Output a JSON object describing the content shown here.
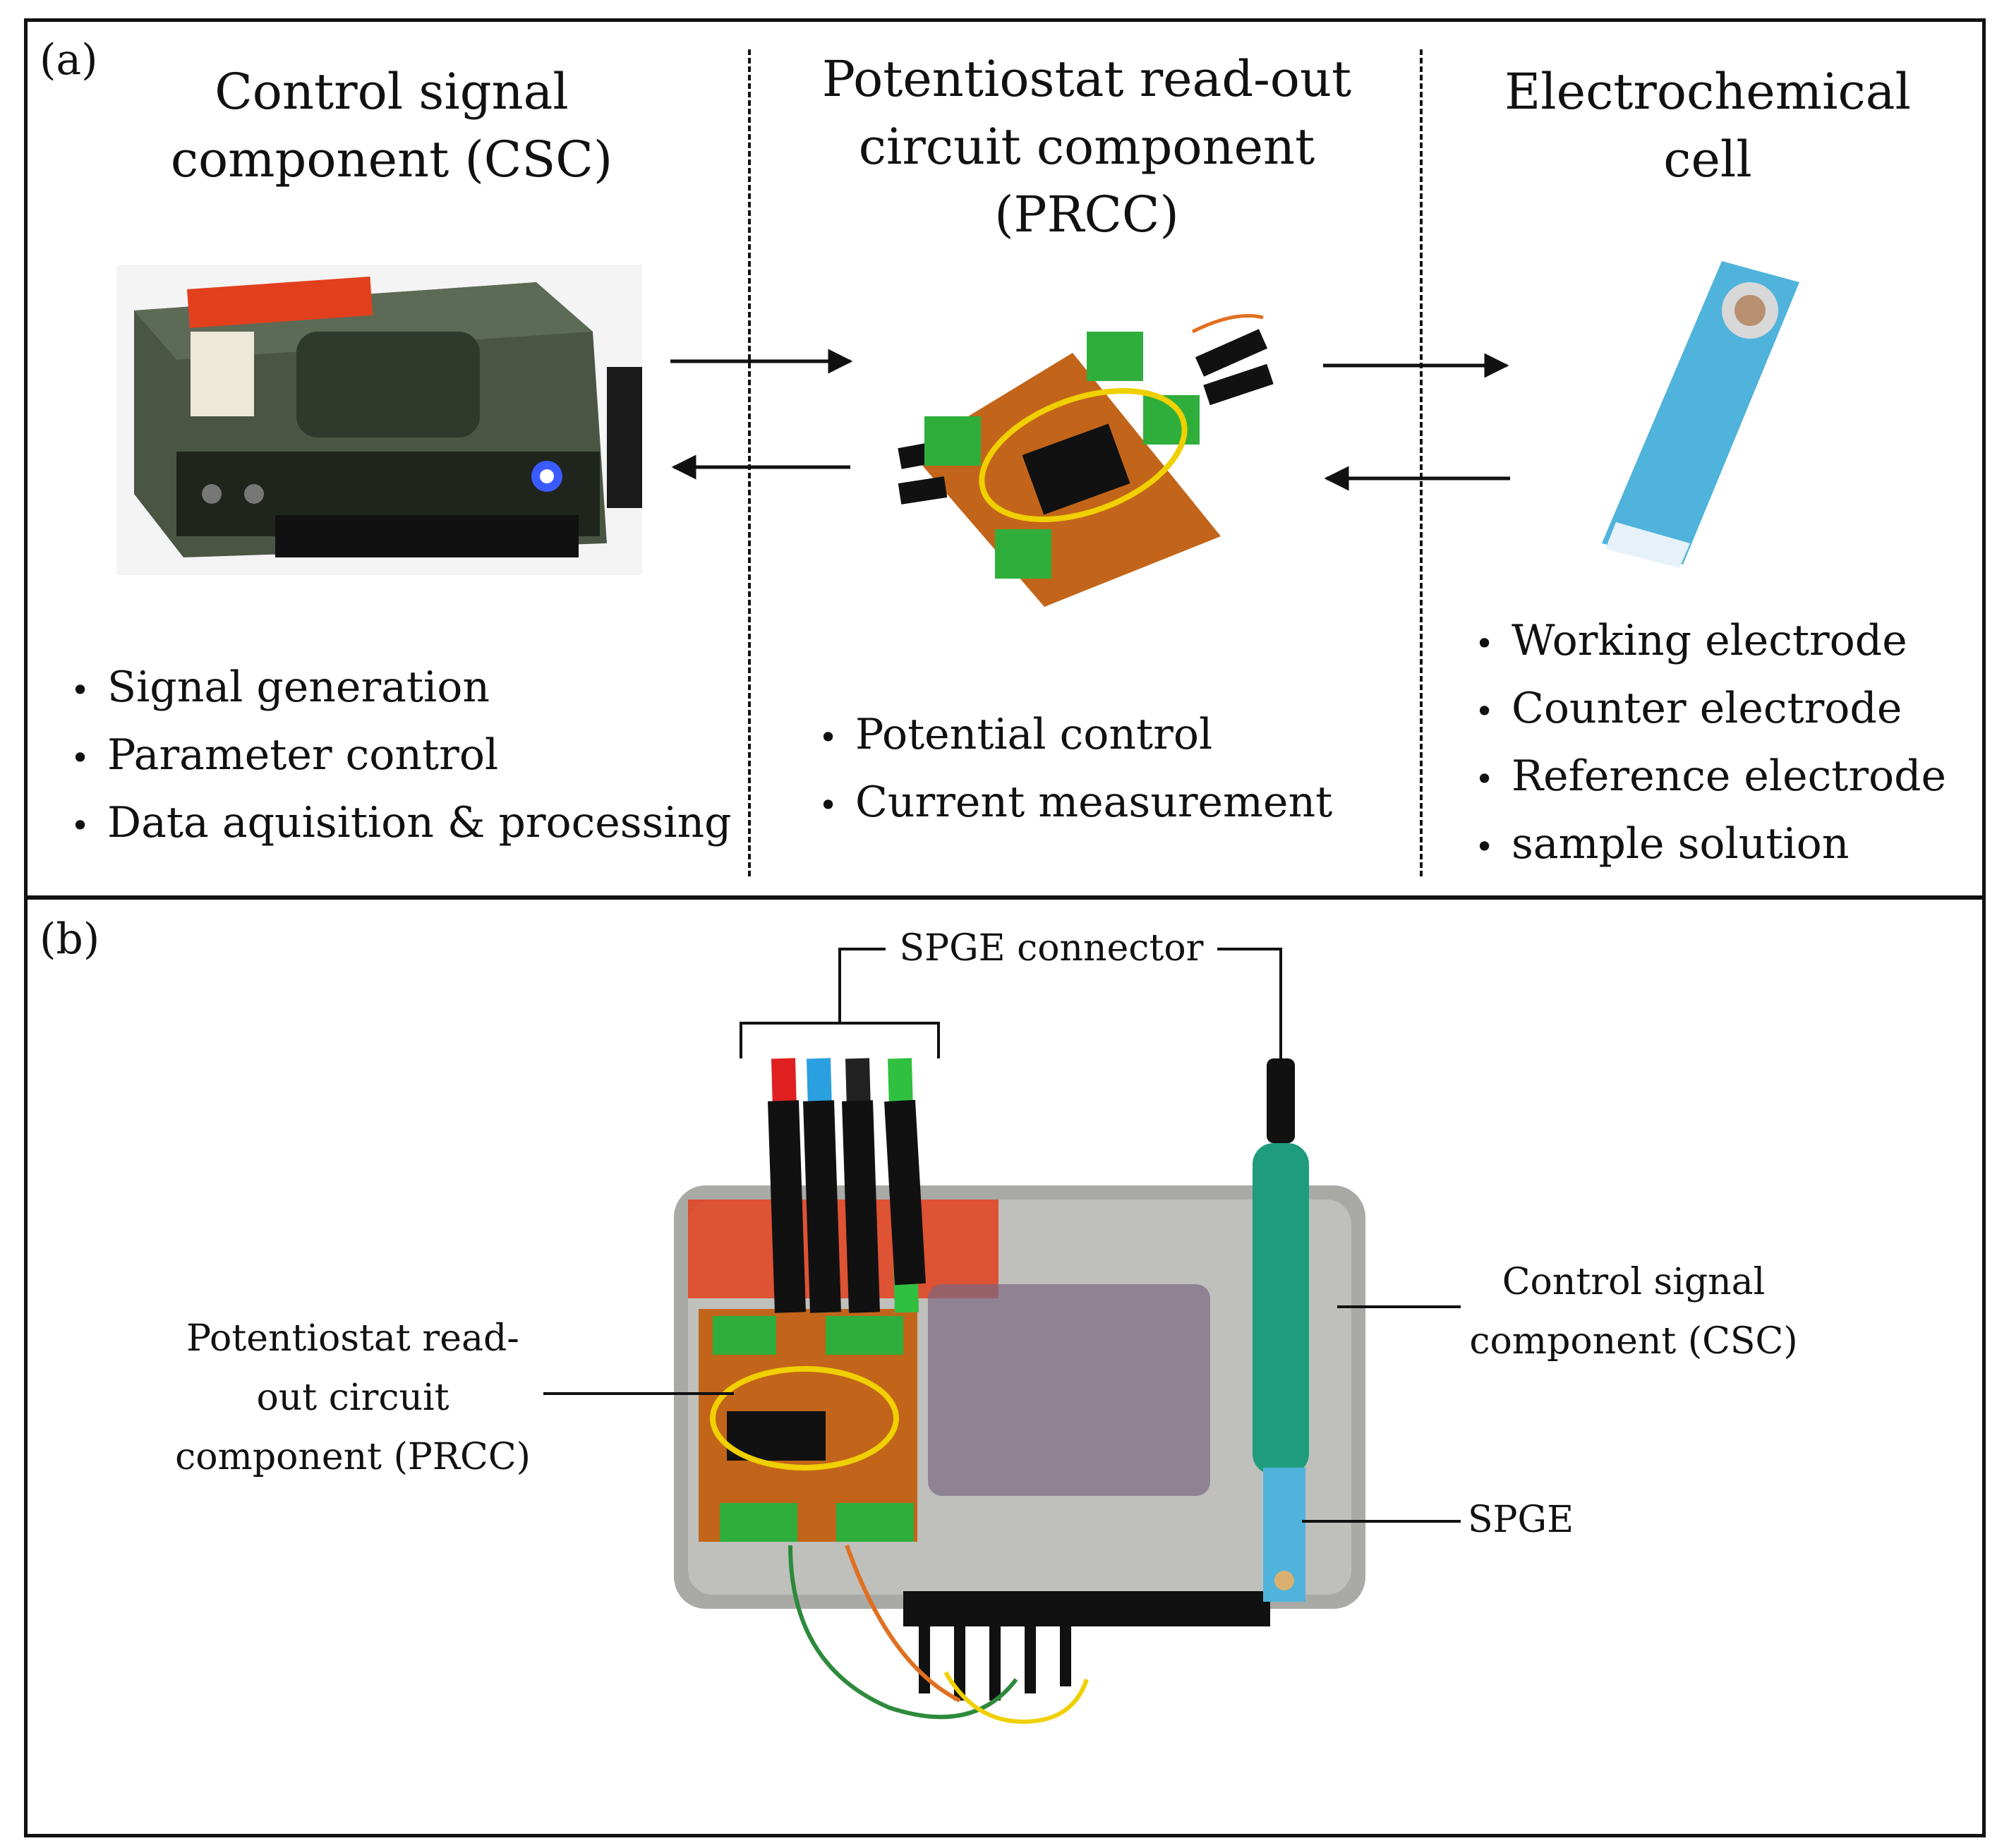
{
  "panel_a": {
    "label": "(a)",
    "columns": [
      {
        "title_lines": [
          "Control signal",
          "component (CSC)"
        ],
        "bullets": [
          "Signal generation",
          "Parameter control",
          "Data aquisition & processing"
        ],
        "image": "data-acquisition-device"
      },
      {
        "title_lines": [
          "Potentiostat read-out",
          "circuit component",
          "(PRCC)"
        ],
        "bullets": [
          "Potential control",
          "Current measurement"
        ],
        "image": "potentiostat-circuit-board"
      },
      {
        "title_lines": [
          "Electrochemical",
          "cell"
        ],
        "bullets": [
          "Working electrode",
          "Counter electrode",
          "Reference electrode",
          "sample solution"
        ],
        "image": "screen-printed-electrode-strip"
      }
    ]
  },
  "panel_b": {
    "label": "(b)",
    "callouts": {
      "spge_connector": "SPGE connector",
      "prcc": [
        "Potentiostat read-",
        "out circuit",
        "component (PRCC)"
      ],
      "csc": [
        "Control signal",
        "component (CSC)"
      ],
      "spge": "SPGE"
    },
    "image": "assembled-system-photo"
  },
  "colors": {
    "csc_body": "#3f4a3c",
    "circuit_board": "#c2651a",
    "terminal_block": "#2fae3c",
    "electrode_strip": "#4fb3dc",
    "spge_handle": "#1e9c7c",
    "red_label": "#e2401c",
    "led": "#3a5bff"
  }
}
